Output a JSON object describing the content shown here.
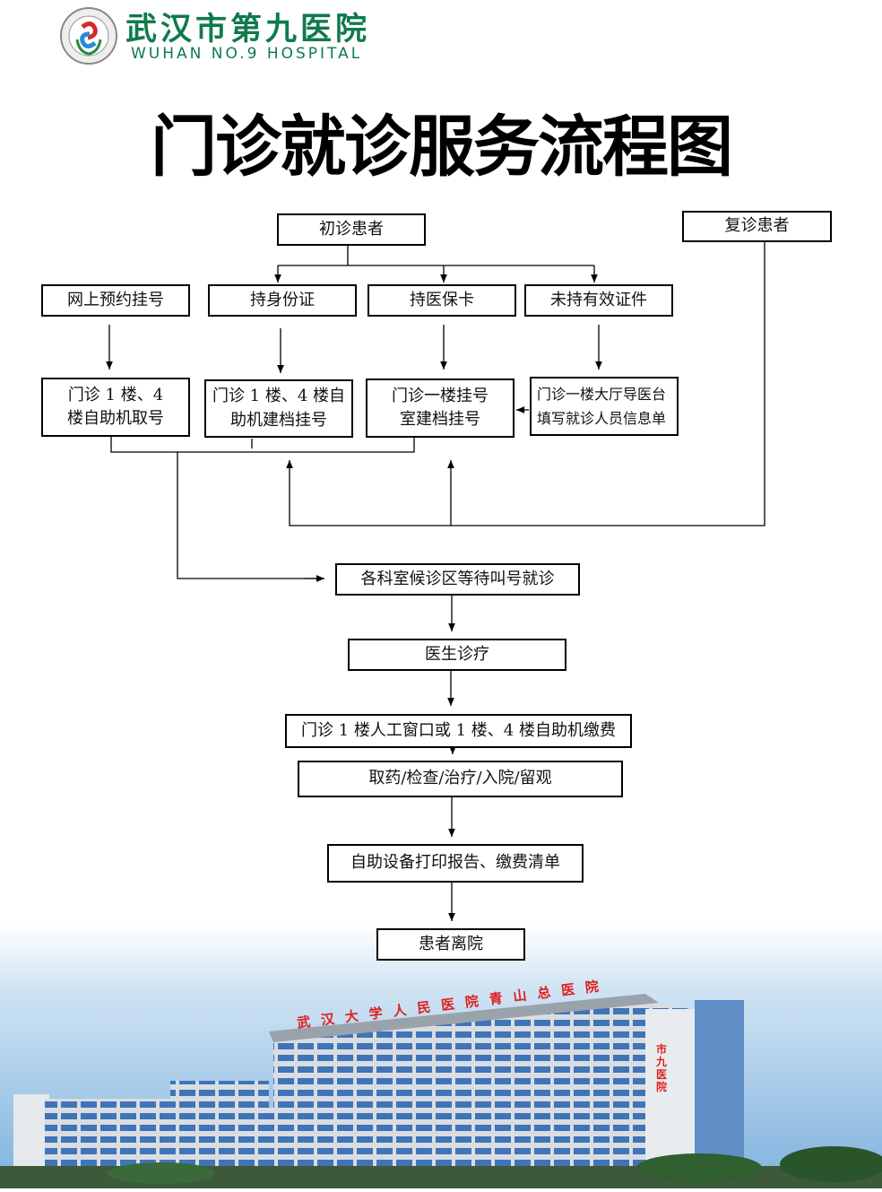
{
  "header": {
    "hospital_name_cn": "武汉市第九医院",
    "hospital_name_en": "WUHAN NO.9 HOSPITAL",
    "logo_text": "WUHAN NO.9 HOSPITAL 武汉市第九医院"
  },
  "title": "门诊就诊服务流程图",
  "flow": {
    "first_visit": "初诊患者",
    "return_visit": "复诊患者",
    "online": "网上预约挂号",
    "id_card": "持身份证",
    "insurance_card": "持医保卡",
    "no_id": "未持有效证件",
    "kiosk_ticket": [
      "门诊 1 楼、4",
      "楼自助机取号"
    ],
    "kiosk_register": [
      "门诊 1 楼、4 楼自",
      "助机建档挂号"
    ],
    "counter_register": [
      "门诊一楼挂号",
      "室建档挂号"
    ],
    "guide_desk": [
      "门诊一楼大厅导医台",
      "填写就诊人员信息单"
    ],
    "wait": "各科室候诊区等待叫号就诊",
    "doctor": "医生诊疗",
    "payment": "门诊 1 楼人工窗口或 1 楼、4 楼自助机缴费",
    "services": "取药/检查/治疗/入院/留观",
    "print": "自助设备打印报告、缴费清单",
    "leave": "患者离院"
  },
  "building": {
    "roof_sign": "武汉大学人民医院青山总医院",
    "side_sign": "市九医院"
  }
}
